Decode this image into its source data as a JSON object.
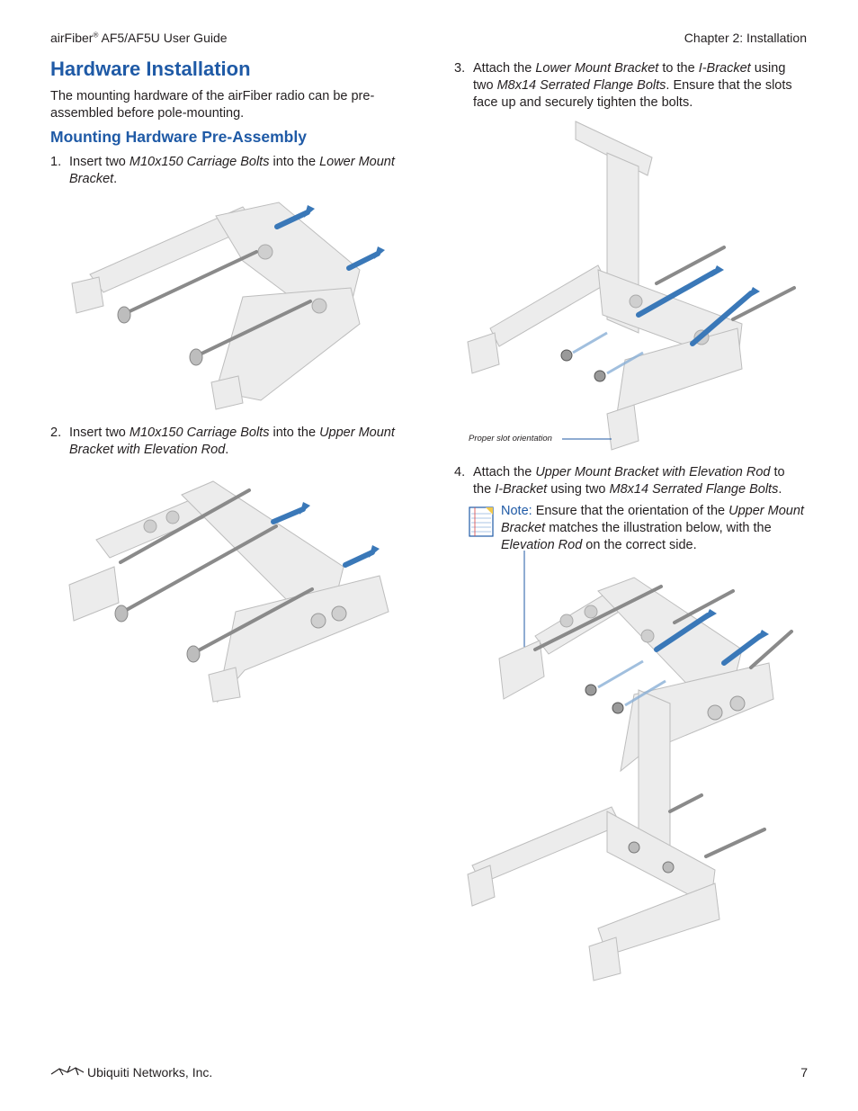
{
  "header": {
    "left_product": "airFiber",
    "left_reg": "®",
    "left_rest": " AF5/AF5U User Guide",
    "right": "Chapter 2: Installation"
  },
  "section_title": "Hardware Installation",
  "intro": "The mounting hardware of the airFiber radio can be pre-assembled before pole-mounting.",
  "subsection_title": "Mounting Hardware Pre-Assembly",
  "steps": [
    {
      "num": "1.",
      "a": "Insert two ",
      "b": "M10x150 Carriage Bolts",
      "c": " into the ",
      "d": "Lower Mount Bracket",
      "e": "."
    },
    {
      "num": "2.",
      "a": "Insert two ",
      "b": "M10x150 Carriage Bolts",
      "c": " into the ",
      "d": "Upper Mount Bracket with Elevation Rod",
      "e": "."
    },
    {
      "num": "3.",
      "a": "Attach the ",
      "b": "Lower Mount Bracket",
      "c": " to the ",
      "d": "I-Bracket",
      "e": " using two ",
      "f": "M8x14 Serrated Flange Bolts",
      "g": ". Ensure that the slots face up and securely tighten the bolts."
    },
    {
      "num": "4.",
      "a": "Attach the ",
      "b": "Upper Mount Bracket with Elevation Rod",
      "c": " to the ",
      "d": "I-Bracket",
      "e": " using two ",
      "f": "M8x14 Serrated Flange Bolts",
      "g": "."
    }
  ],
  "callout": "Proper slot orientation",
  "note": {
    "label": "Note:",
    "a": " Ensure that the orientation of the ",
    "b": "Upper Mount Bracket",
    "c": " matches the illustration below, with the ",
    "d": "Elevation Rod",
    "e": " on the correct side."
  },
  "colors": {
    "heading": "#1f5aa6",
    "arrow": "#3a78b8",
    "bracket": "#ececec",
    "bolt": "#8a8a8a"
  },
  "footer": {
    "company": "Ubiquiti Networks, Inc.",
    "page": "7"
  }
}
